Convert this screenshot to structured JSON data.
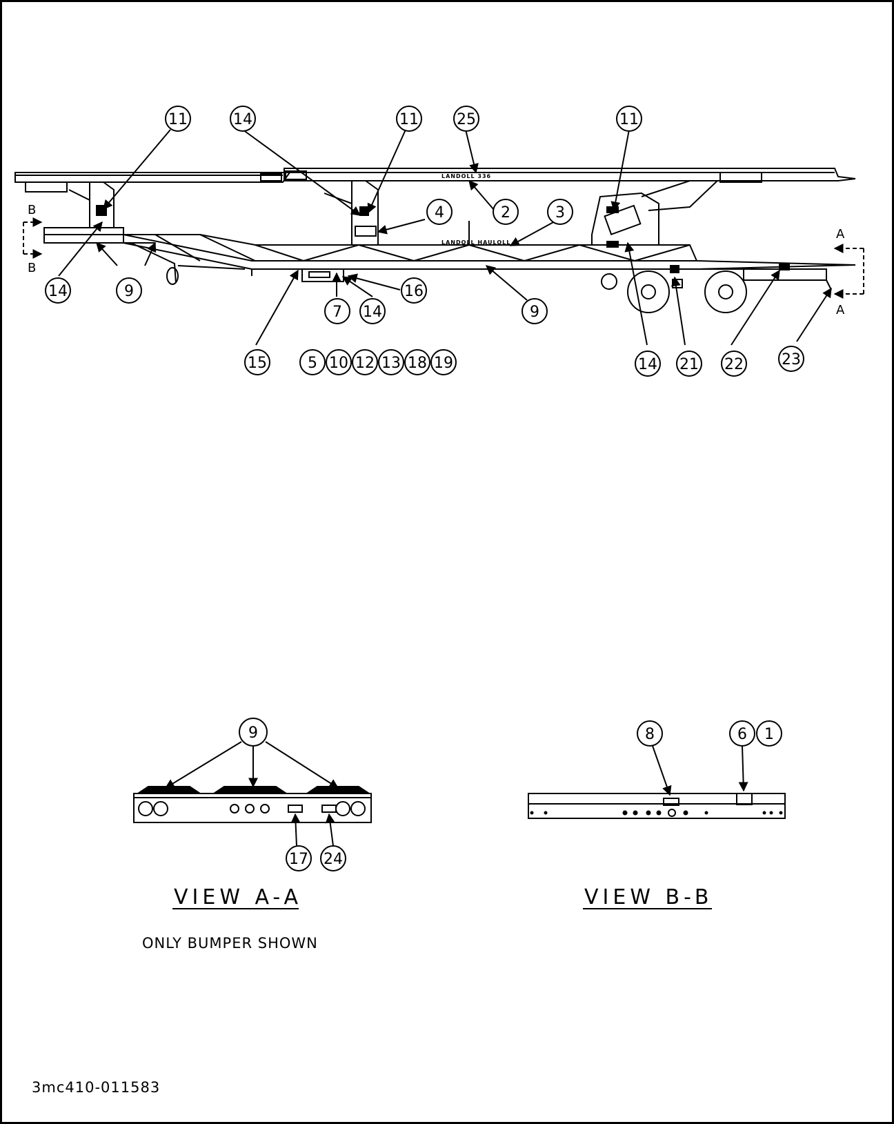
{
  "trailer": {
    "decal_upper": "LANDOLL 336",
    "decal_lower": "LANDOLL HAULOLL"
  },
  "section_markers": {
    "a_top": "A",
    "a_bottom": "A",
    "b_top": "B",
    "b_bottom": "B"
  },
  "callouts": {
    "c11a": "11",
    "c14a": "14",
    "c11b": "11",
    "c25": "25",
    "c11c": "11",
    "c4": "4",
    "c2": "2",
    "c3": "3",
    "c14b": "14",
    "c9a": "9",
    "c16": "16",
    "c7": "7",
    "c14c": "14",
    "c9b": "9",
    "c15": "15",
    "c5": "5",
    "c10": "10",
    "c12": "12",
    "c13": "13",
    "c18": "18",
    "c19": "19",
    "c14d": "14",
    "c21": "21",
    "c22": "22",
    "c23": "23",
    "c9v": "9",
    "c17": "17",
    "c24": "24",
    "c8": "8",
    "c6": "6",
    "c1": "1"
  },
  "view_a": {
    "title": "VIEW A-A",
    "note": "ONLY BUMPER SHOWN"
  },
  "view_b": {
    "title": "VIEW B-B"
  },
  "document_number": "3mc410-011583"
}
